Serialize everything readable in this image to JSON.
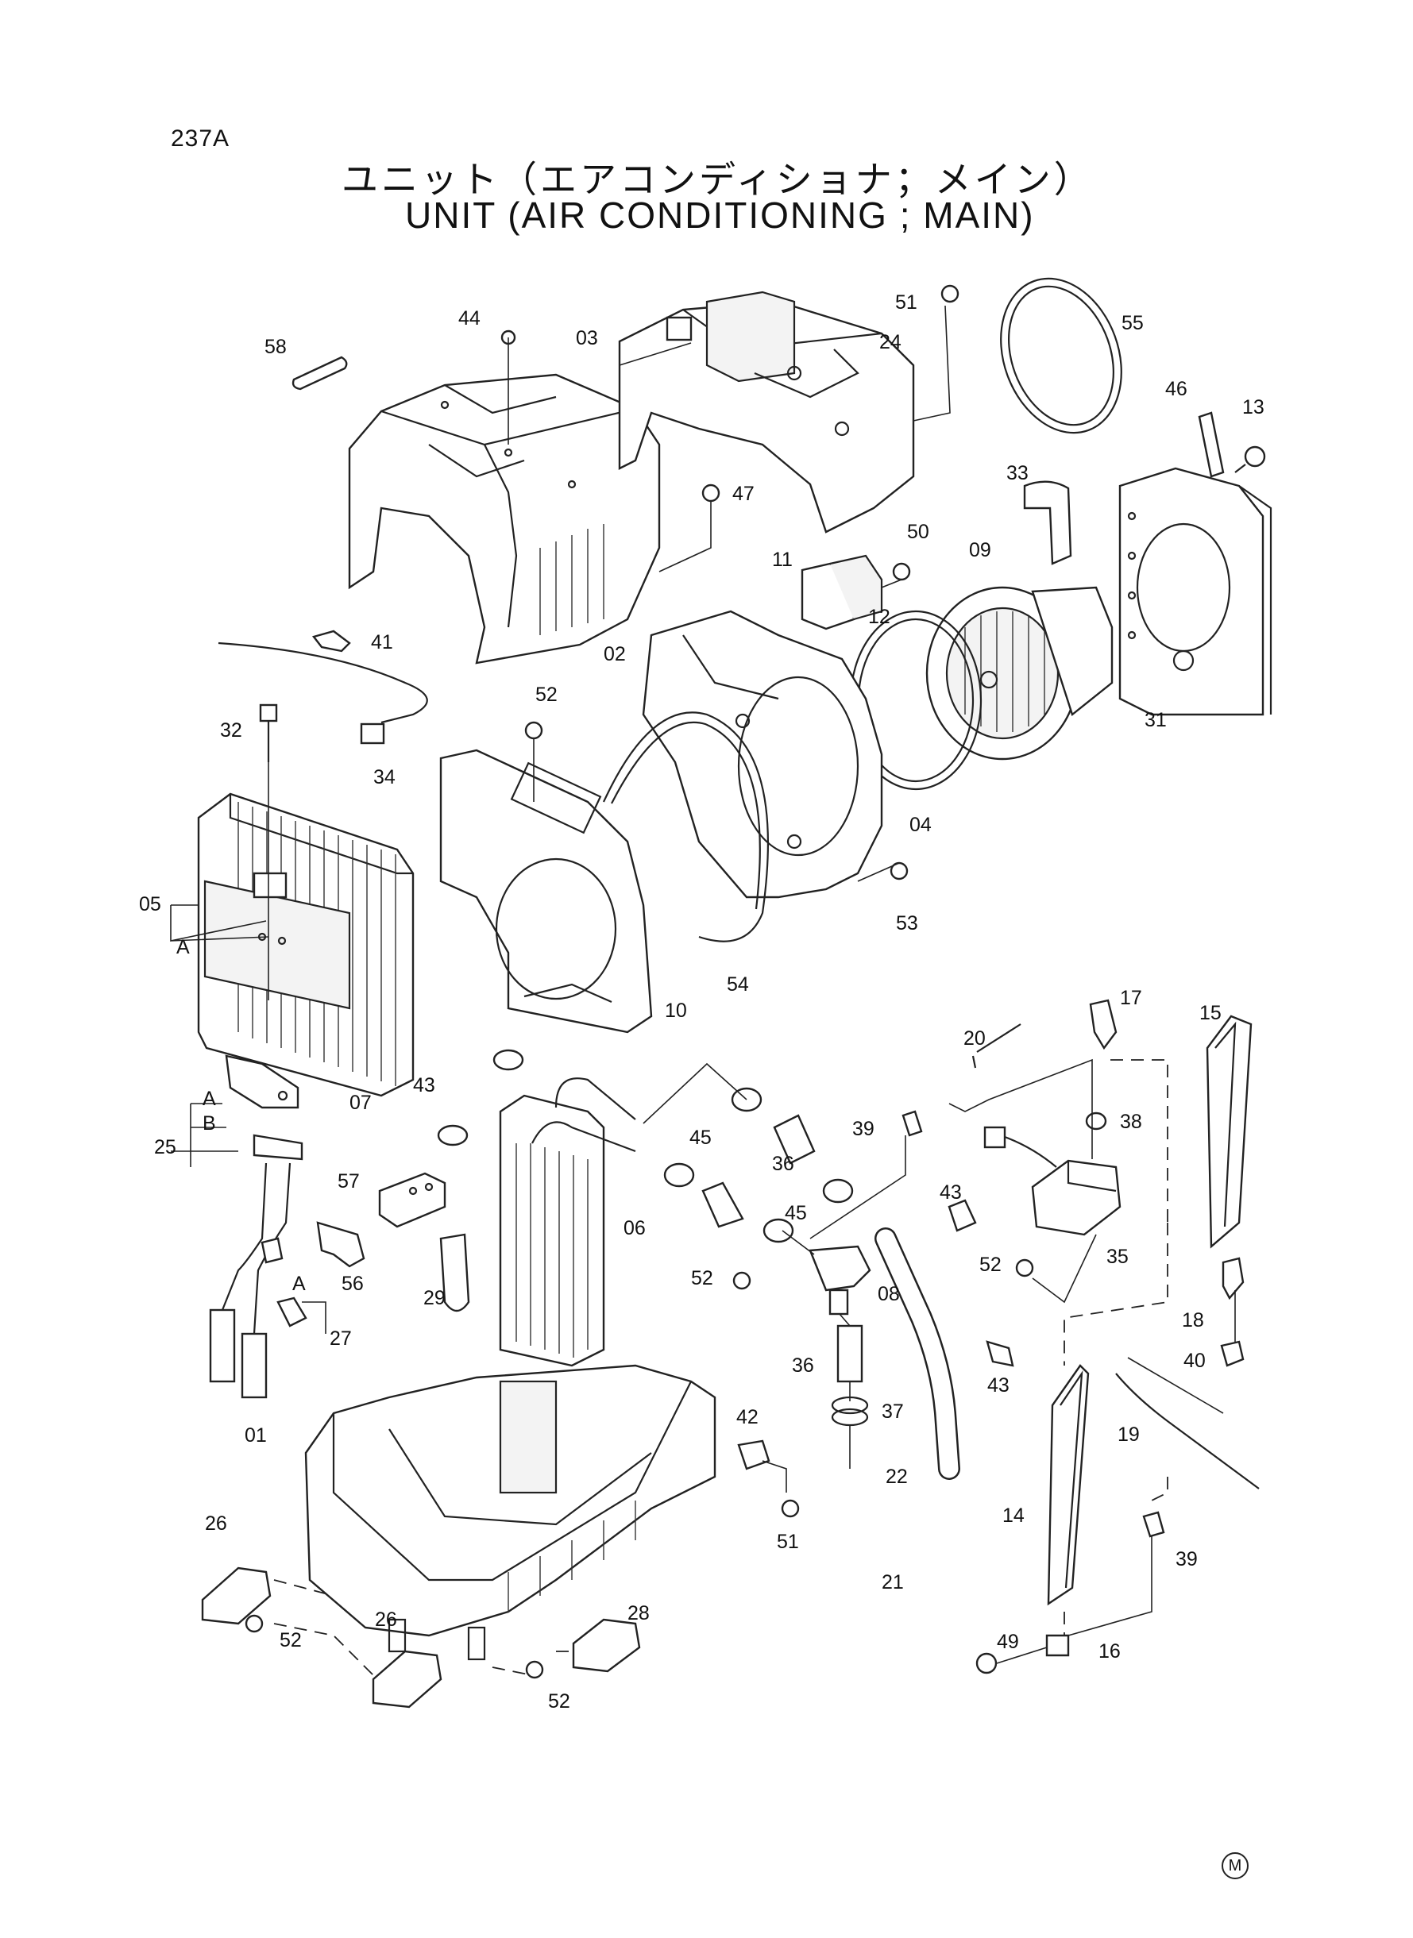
{
  "page": {
    "number": "237A",
    "title_jp": "ユニット（エアコンディショナ；メイン）",
    "title_en": "UNIT (AIR CONDITIONING ; MAIN)",
    "marker": "M"
  },
  "callouts": {
    "c44": "44",
    "c03": "03",
    "c51a": "51",
    "c55": "55",
    "c24": "24",
    "c58": "58",
    "c46": "46",
    "c13": "13",
    "c47": "47",
    "c33": "33",
    "c50": "50",
    "c11": "11",
    "c09": "09",
    "c12": "12",
    "c41": "41",
    "c02": "02",
    "c31": "31",
    "c52a": "52",
    "c32": "32",
    "c34": "34",
    "c04": "04",
    "c05": "05",
    "cA1": "A",
    "c53": "53",
    "c54": "54",
    "c10": "10",
    "c20": "20",
    "c17": "17",
    "c15": "15",
    "c43a": "43",
    "c07": "07",
    "cA2": "A",
    "cB": "B",
    "c25": "25",
    "c45a": "45",
    "c39a": "39",
    "c38": "38",
    "c36a": "36",
    "c57": "57",
    "c06": "06",
    "c45b": "45",
    "c43b": "43",
    "c52b": "52",
    "c35": "35",
    "c56": "56",
    "c29": "29",
    "c08": "08",
    "c52c": "52",
    "cA3": "A",
    "c27": "27",
    "c18": "18",
    "c36b": "36",
    "c40": "40",
    "c43c": "43",
    "c42": "42",
    "c01": "01",
    "c37": "37",
    "c19": "19",
    "c22": "22",
    "c51b": "51",
    "c26a": "26",
    "c14": "14",
    "c39b": "39",
    "c21": "21",
    "c52d": "52",
    "c26b": "26",
    "c28": "28",
    "c49": "49",
    "c16": "16",
    "c52e": "52"
  }
}
